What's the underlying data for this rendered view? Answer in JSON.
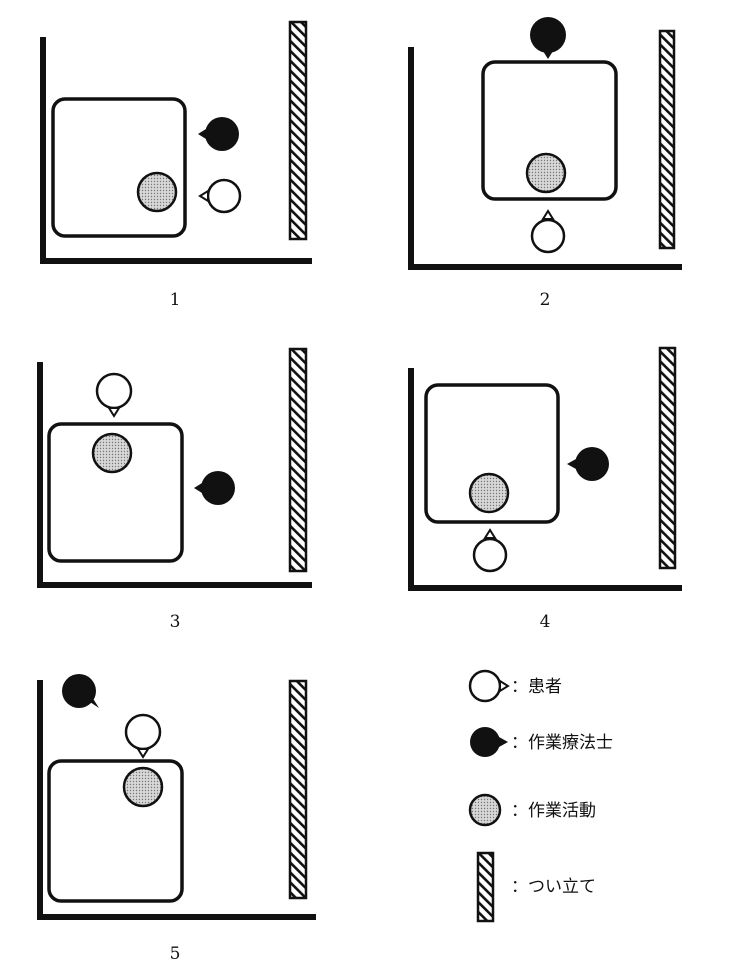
{
  "diagrams": [
    {
      "number": "1"
    },
    {
      "number": "2"
    },
    {
      "number": "3"
    },
    {
      "number": "4"
    },
    {
      "number": "5"
    }
  ],
  "legend": {
    "patient": "：患者",
    "therapist": "：作業療法士",
    "activity": "：作業活動",
    "screen": "：つい立て"
  },
  "colors": {
    "ink": "#111111",
    "activity_fill": "#cfcfcf",
    "background": "#ffffff"
  }
}
